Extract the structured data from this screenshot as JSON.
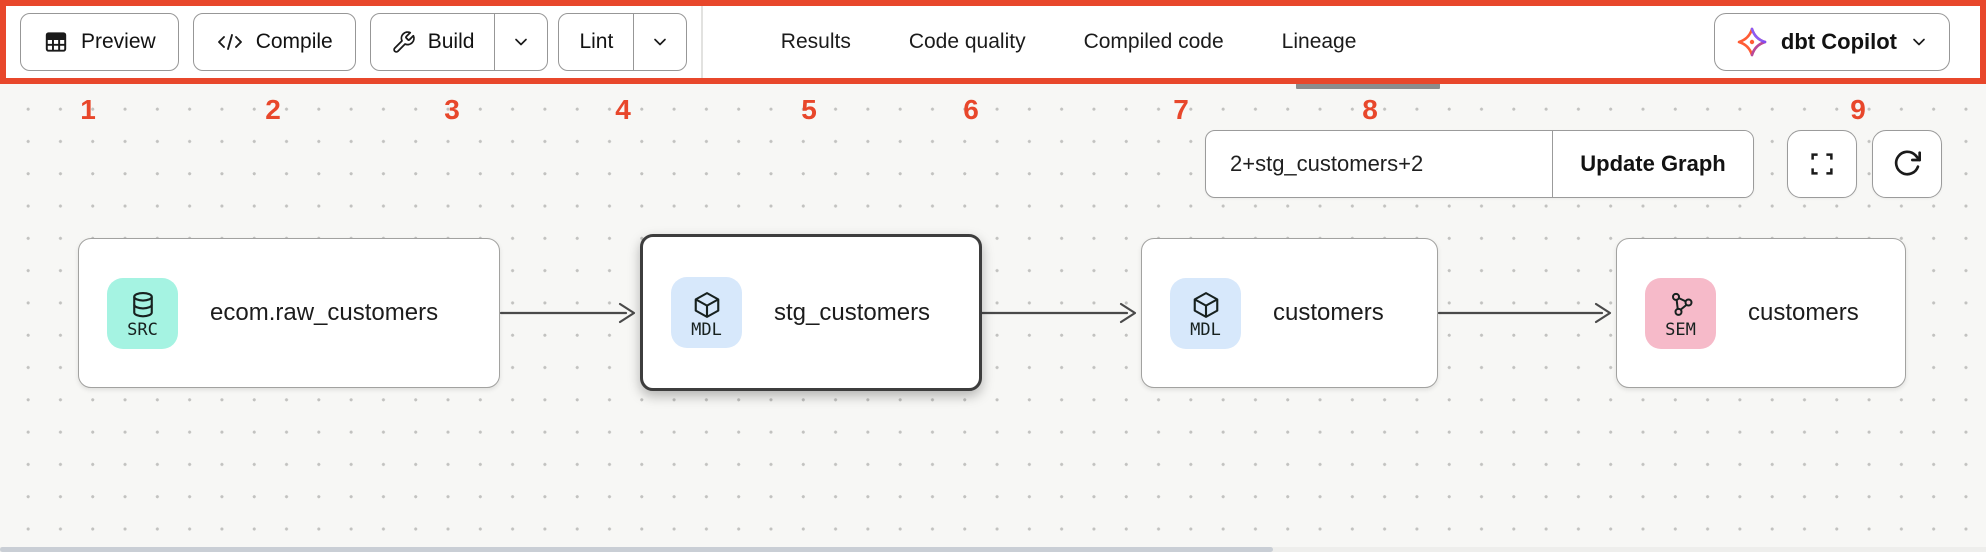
{
  "toolbar": {
    "preview_label": "Preview",
    "compile_label": "Compile",
    "build_label": "Build",
    "lint_label": "Lint",
    "tabs": {
      "results": "Results",
      "code_quality": "Code quality",
      "compiled_code": "Compiled code",
      "lineage": "Lineage"
    },
    "active_tab": "Lineage",
    "copilot_label": "dbt Copilot"
  },
  "annotations": {
    "color": "#e8472b",
    "numbers": [
      "1",
      "2",
      "3",
      "4",
      "5",
      "6",
      "7",
      "8",
      "9"
    ]
  },
  "lineage": {
    "selector": {
      "value": "2+stg_customers+2",
      "update_button_label": "Update Graph"
    },
    "nodes": [
      {
        "badge": "SRC",
        "badge_color": "#a5f3e2",
        "icon": "database-icon",
        "label": "ecom.raw_customers",
        "selected": false
      },
      {
        "badge": "MDL",
        "badge_color": "#d7e8fb",
        "icon": "cube-icon",
        "label": "stg_customers",
        "selected": true
      },
      {
        "badge": "MDL",
        "badge_color": "#d7e8fb",
        "icon": "cube-icon",
        "label": "customers",
        "selected": false
      },
      {
        "badge": "SEM",
        "badge_color": "#f6bac9",
        "icon": "semantic-model-icon",
        "label": "customers",
        "selected": false
      }
    ]
  },
  "colors": {
    "annotation_red": "#e8472b",
    "dbt_orange": "#ff5c35",
    "dbt_purple": "#8b5cf6",
    "canvas_bg": "#f7f7f5"
  }
}
